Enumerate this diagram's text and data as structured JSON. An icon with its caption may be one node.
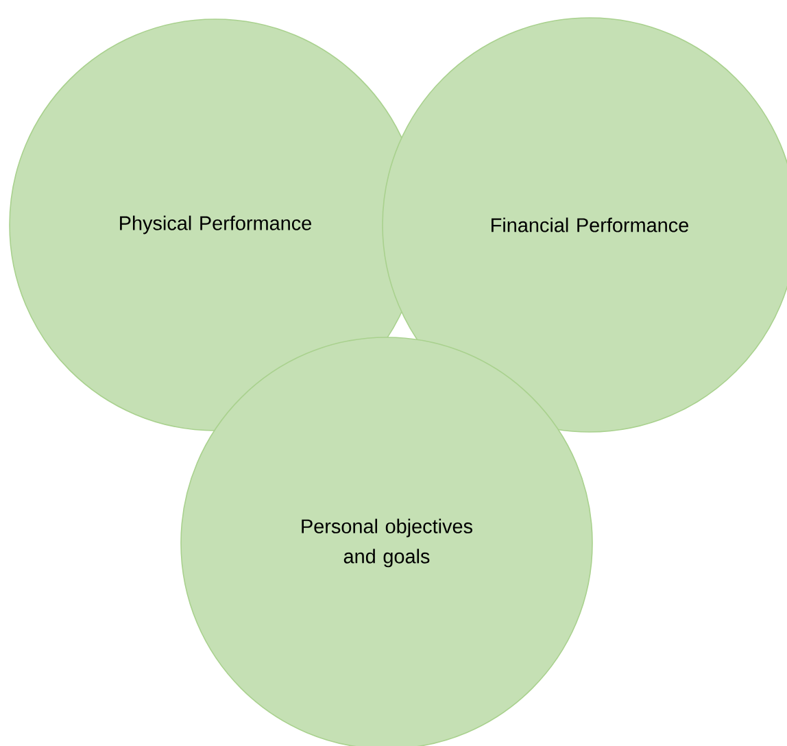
{
  "diagram": {
    "nodes": [
      {
        "text": [
          "Physical Performance"
        ]
      },
      {
        "text": [
          "Financial Performance"
        ]
      },
      {
        "text": [
          "Personal objectives and goals"
        ]
      }
    ]
  }
}
